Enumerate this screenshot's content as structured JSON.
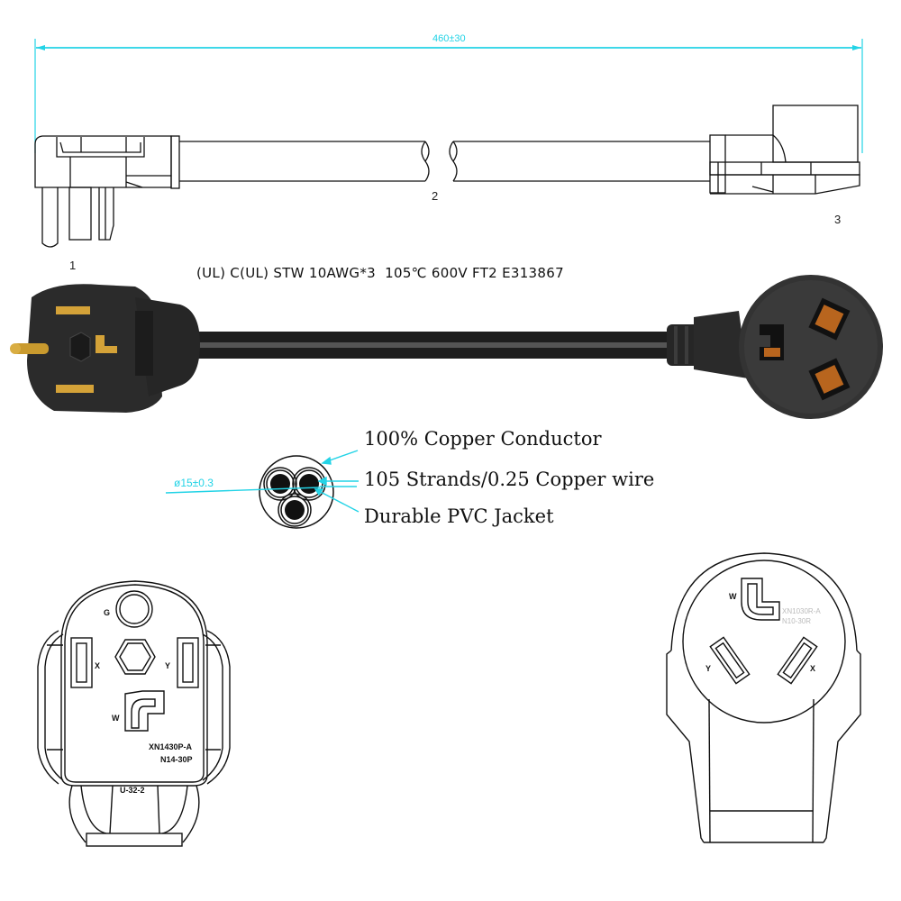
{
  "dimension": {
    "length_label": "460±30",
    "diameter_label": "ø15±0.3",
    "color": "#22d3e6"
  },
  "side_view": {
    "part_numbers": [
      "1",
      "2",
      "3"
    ]
  },
  "cable_spec": {
    "text": "(UL) C(UL) STW 10AWG*3  105℃ 600V FT2 E313867"
  },
  "cross_section": {
    "callouts": [
      "100% Copper Conductor",
      "105 Strands/0.25 Copper wire",
      "Durable PVC Jacket"
    ]
  },
  "plug_drawing": {
    "pins": {
      "ground": "G",
      "x": "X",
      "y": "Y",
      "neutral": "W"
    },
    "model_line1": "XN1430P-A",
    "model_line2": "N14-30P",
    "strain_relief_code": "U-32-2"
  },
  "receptacle_drawing": {
    "pins": {
      "neutral": "W",
      "y": "Y",
      "x": "X"
    },
    "model_line1": "XN1030R-A",
    "model_line2": "N10-30R"
  },
  "colors": {
    "line": "#111111",
    "plug_body": "#2b2b2b",
    "brass": "#c99a2e",
    "copper_slot": "#b8651e"
  }
}
